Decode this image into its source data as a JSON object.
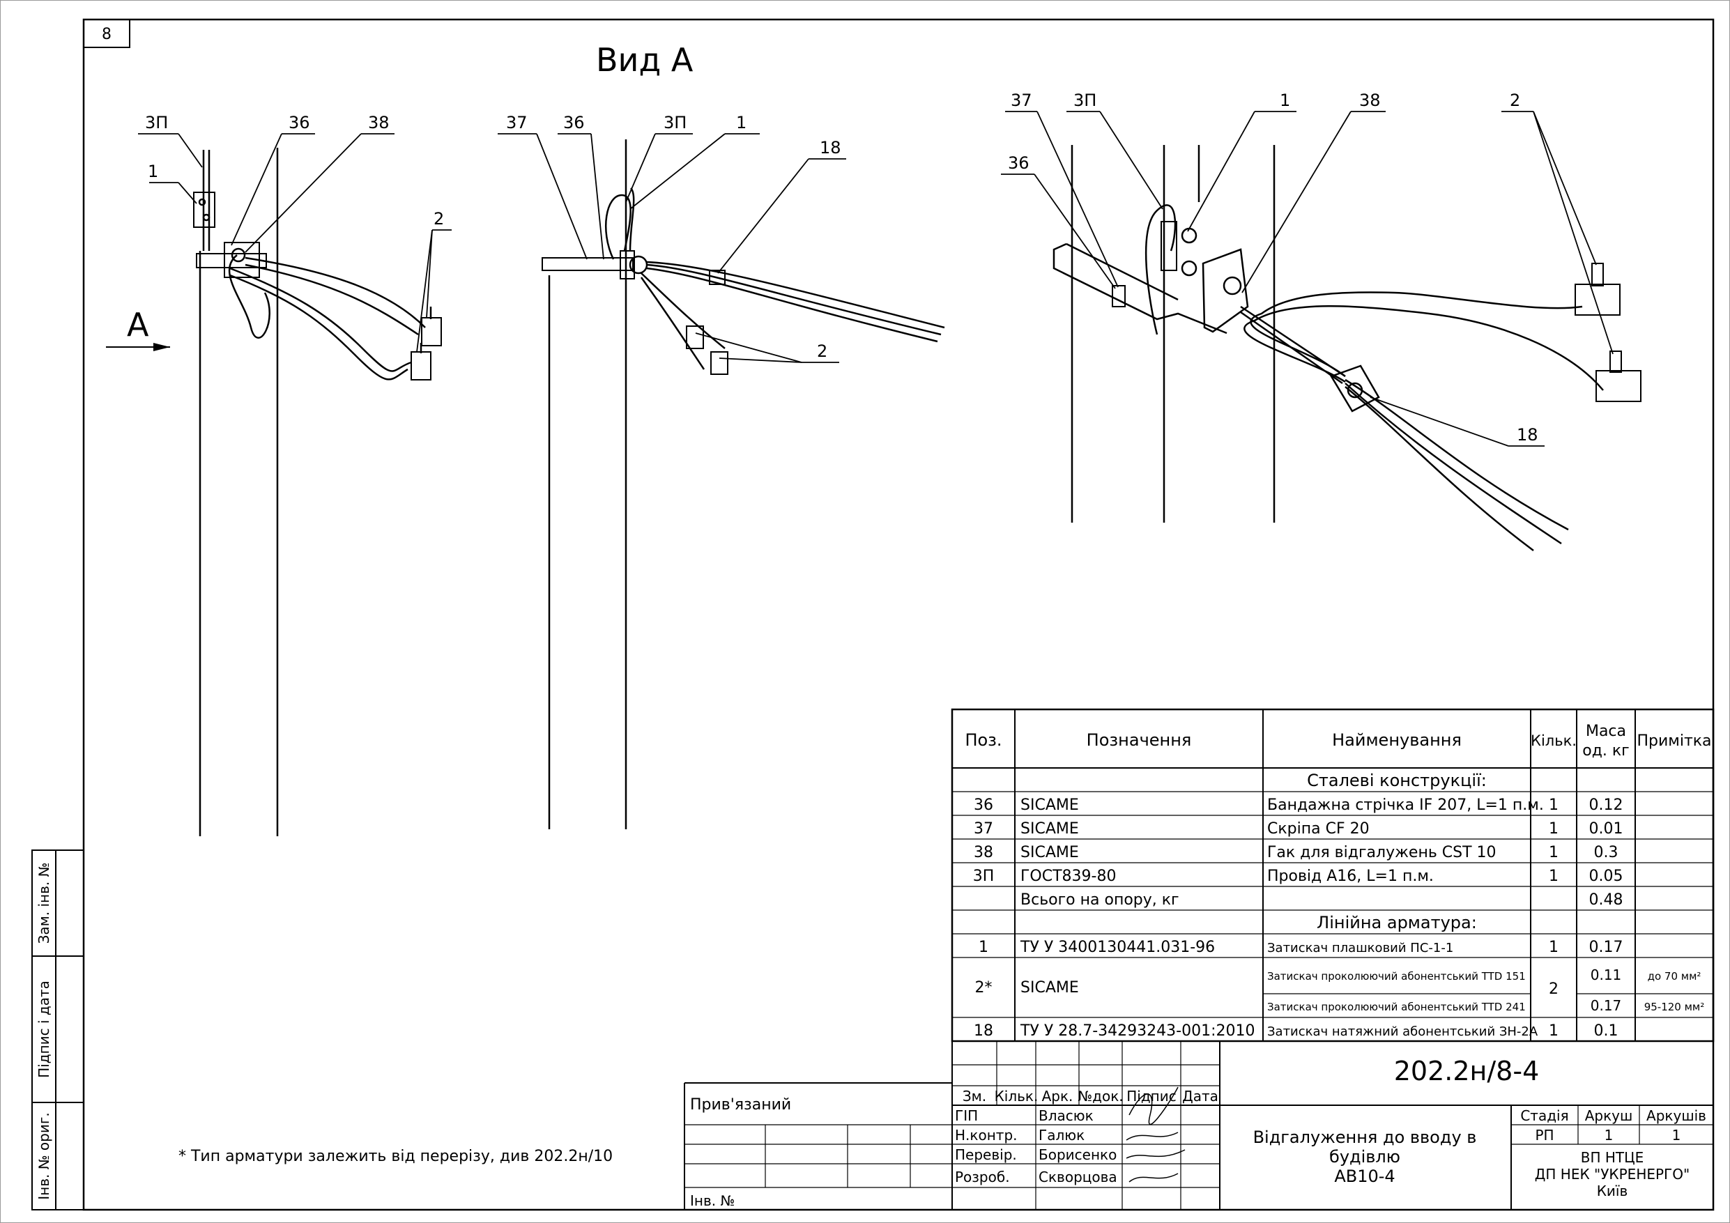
{
  "sheet": {
    "number": "8",
    "view_title": "Вид А",
    "view_arrow_label": "А",
    "footnote": "* Тип арматури залежить від перерізу, див 202.2н/10",
    "side_stamp": [
      "Зам. інв. №",
      "Підпис і дата",
      "Інв. № ориг."
    ]
  },
  "callouts": {
    "view1": [
      "3П",
      "36",
      "38",
      "1",
      "2"
    ],
    "view2": [
      "37",
      "36",
      "3П",
      "1",
      "18",
      "2"
    ],
    "view3": [
      "37",
      "3П",
      "1",
      "38",
      "2",
      "36",
      "18"
    ]
  },
  "spec_table": {
    "headers": [
      "Поз.",
      "Позначення",
      "Найменування",
      "Кільк.",
      "Маса од. кг",
      "Примітка"
    ],
    "mass_header_lines": [
      "Маса",
      "од. кг"
    ],
    "group1": "Сталеві конструкції:",
    "rows1": [
      {
        "pos": "36",
        "des": "SICAME",
        "name": "Бандажна стрічка IF 207, L=1 п.м.",
        "qty": "1",
        "mass": "0.12",
        "note": ""
      },
      {
        "pos": "37",
        "des": "SICAME",
        "name": "Скріпа CF 20",
        "qty": "1",
        "mass": "0.01",
        "note": ""
      },
      {
        "pos": "38",
        "des": "SICAME",
        "name": "Гак для відгалужень CST 10",
        "qty": "1",
        "mass": "0.3",
        "note": ""
      },
      {
        "pos": "3П",
        "des": "ГОСТ839-80",
        "name": "Провід А16, L=1 п.м.",
        "qty": "1",
        "mass": "0.05",
        "note": ""
      }
    ],
    "total_label": "Всього на опору, кг",
    "total_value": "0.48",
    "group2": "Лінійна арматура:",
    "row_clamp": {
      "pos": "1",
      "des": "ТУ У 3400130441.031-96",
      "name": "Затискач плашковий ПС-1-1",
      "qty": "1",
      "mass": "0.17",
      "note": ""
    },
    "row_pierce": {
      "pos": "2*",
      "des": "SICAME",
      "qty": "2",
      "names": [
        "Затискач проколюючий абонентський TTD 151",
        "Затискач проколюючий абонентський TTD 241"
      ],
      "masses": [
        "0.11",
        "0.17"
      ],
      "notes": [
        "до 70 мм²",
        "95-120 мм²"
      ]
    },
    "row_tension": {
      "pos": "18",
      "des": "ТУ У 28.7-34293243-001:2010",
      "name": "Затискач натяжний абонентський ЗН-2А",
      "qty": "1",
      "mass": "0.1",
      "note": ""
    }
  },
  "title_block": {
    "doc_code": "202.2н/8-4",
    "attached_label": "Прив'язаний",
    "inv_label": "Інв. №",
    "rev_headers": [
      "Зм.",
      "Кільк.",
      "Арк.",
      "№док.",
      "Підпис",
      "Дата"
    ],
    "roles": [
      "ГІП",
      "Н.контр.",
      "Перевір.",
      "Розроб."
    ],
    "names": [
      "Власюк",
      "Галюк",
      "Борисенко",
      "Скворцова"
    ],
    "title_lines": [
      "Відгалуження до вводу в",
      "будівлю",
      "АВ10-4"
    ],
    "stage_headers": [
      "Стадія",
      "Аркуш",
      "Аркушів"
    ],
    "stage_values": [
      "РП",
      "1",
      "1"
    ],
    "org_lines": [
      "ВП НТЦЕ",
      "ДП НЕК \"УКРЕНЕРГО\"",
      "Київ"
    ]
  }
}
